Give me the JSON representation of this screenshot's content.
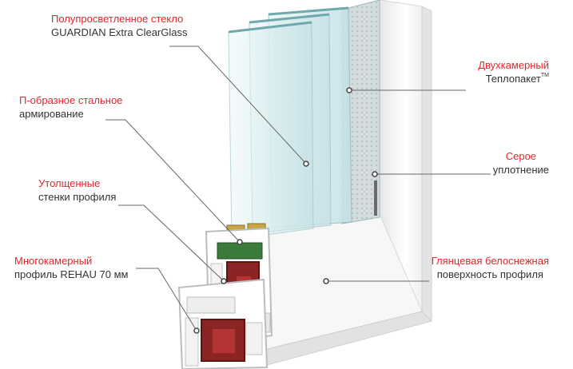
{
  "colors": {
    "accent": "#e3262b",
    "text": "#333333",
    "leader": "#555555",
    "glass": "#d8eef0",
    "profile": "#f4f4f4",
    "reinforcement": "#8c2424"
  },
  "labels": {
    "glass": {
      "line1": "Полупросветленное стекло",
      "line2": "GUARDIAN Extra ClearGlass"
    },
    "reinforcement": {
      "line1": "П-образное стальное",
      "line2": "армирование"
    },
    "walls": {
      "line1": "Утолщенные",
      "line2": "стенки профиля"
    },
    "profile": {
      "line1": "Многокамерный",
      "line2": "профиль REHAU 70 мм"
    },
    "unit": {
      "line1": "Двухкамерный",
      "line2": "Теплопакет",
      "trademark": "TM"
    },
    "seal": {
      "line1": "Серое",
      "line2": "уплотнение"
    },
    "surface": {
      "line1": "Глянцевая белоснежная",
      "line2": "поверхность профиля"
    }
  }
}
